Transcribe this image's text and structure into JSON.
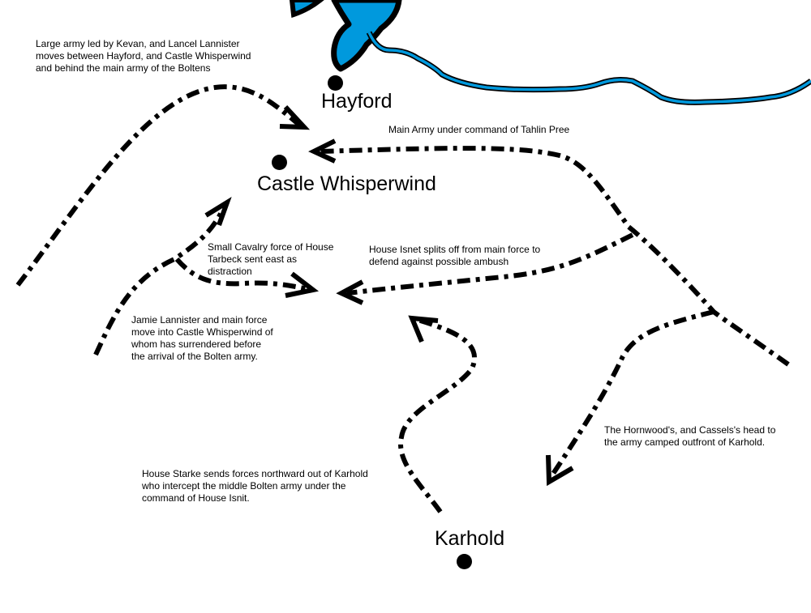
{
  "colors": {
    "water": "#0099dd",
    "ink": "#000000"
  },
  "places": {
    "hayford": "Hayford",
    "castle_whisperwind": "Castle Whisperwind",
    "karhold": "Karhold"
  },
  "notes": {
    "kevan_lancel": "Large army led by Kevan, and Lancel Lannister\nmoves between Hayford, and Castle Whisperwind\nand behind the main army of the Boltens",
    "main_army": "Main Army under command of Tahlin Pree",
    "cavalry": "Small Cavalry force of House\nTarbeck sent east as\ndistraction",
    "isnet": "House Isnet splits off from main force to\ndefend against possible ambush",
    "jamie": "Jamie Lannister and main force\nmove into Castle Whisperwind of\nwhom has surrendered before\nthe arrival of the Bolten army.",
    "hornwood": "The Hornwood's, and Cassels's head to\nthe army camped outfront of Karhold.",
    "starke": "House Starke sends forces northward out of Karhold\nwho intercept the middle Bolten army under the\ncommand of House Isnit."
  }
}
